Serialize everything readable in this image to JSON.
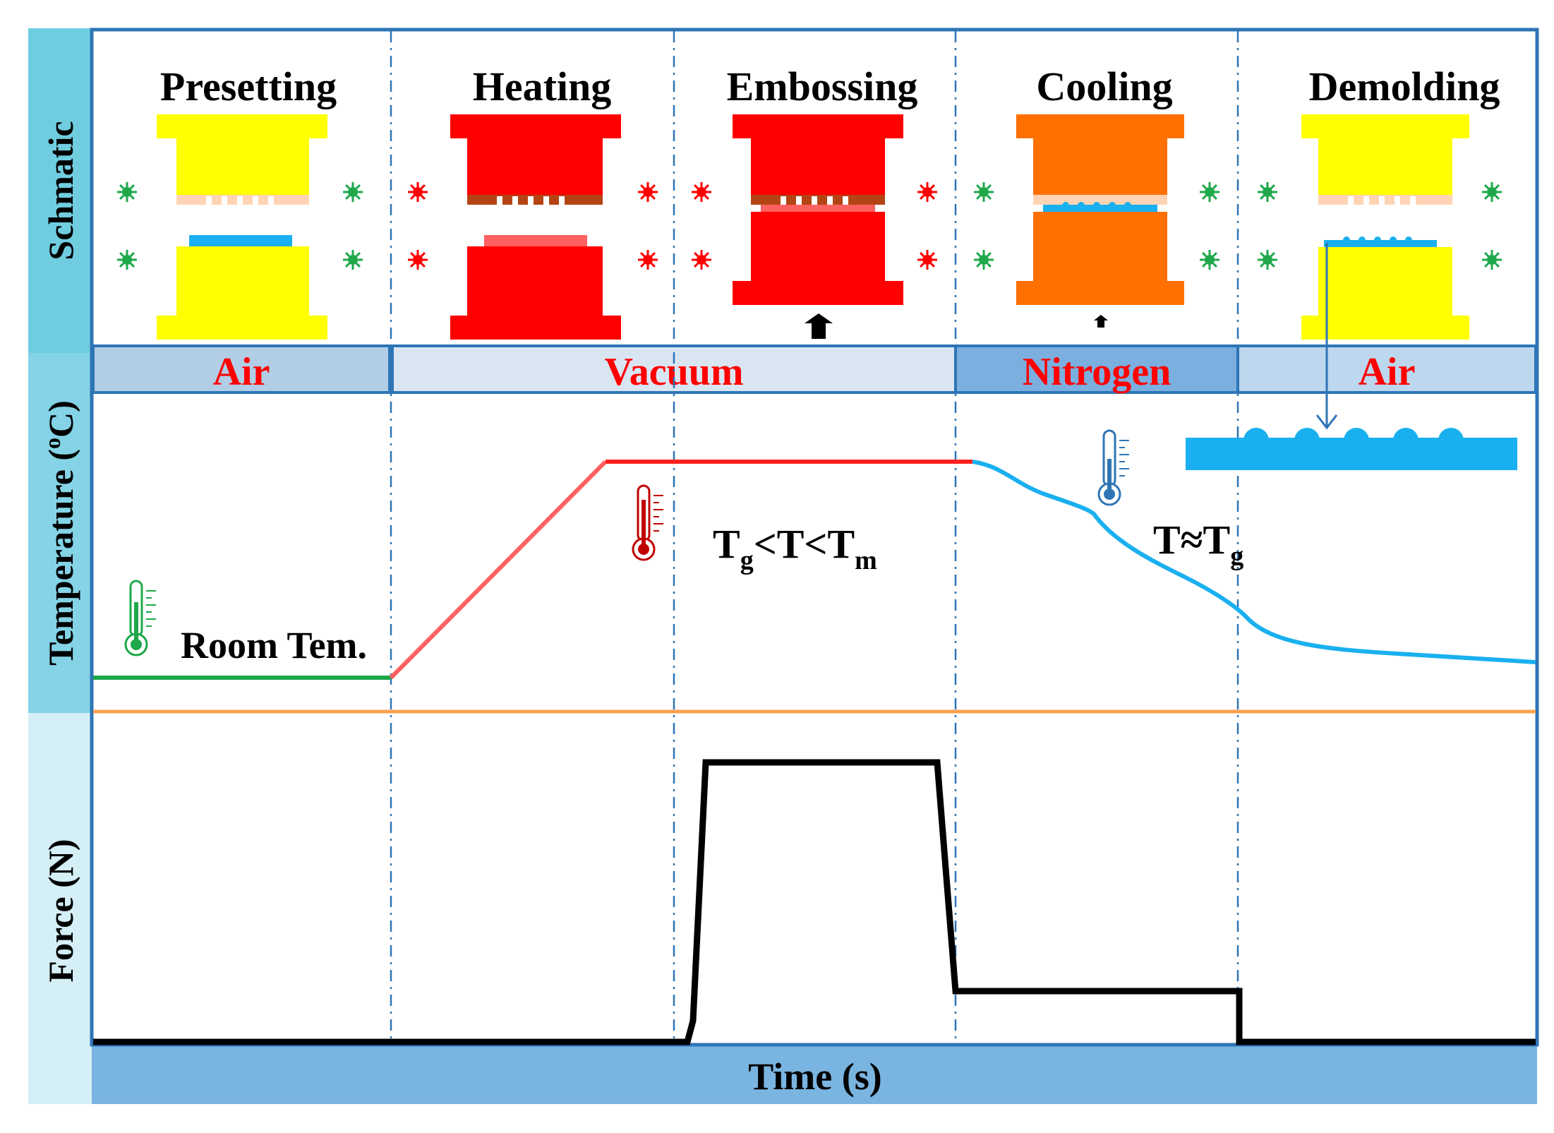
{
  "side_labels": {
    "schematic": "Schmatic",
    "temperature_prefix": "Temperature (",
    "temperature_sup": "o",
    "temperature_suffix": "C)",
    "force": "Force (N)"
  },
  "stages": [
    {
      "title": "Presetting",
      "atmosphere": "Air",
      "mold_color": "#ffff00",
      "gear_color": "#1ea84a"
    },
    {
      "title": "Heating",
      "atmosphere": "Vacuum",
      "mold_color": "#ff0000",
      "gear_color": "#ff0000"
    },
    {
      "title": "Embossing",
      "atmosphere": "Vacuum",
      "mold_color": "#ff0000",
      "gear_color": "#ff0000"
    },
    {
      "title": "Cooling",
      "atmosphere": "Nitrogen",
      "mold_color": "#ff7000",
      "gear_color": "#1ea84a"
    },
    {
      "title": "Demolding",
      "atmosphere": "Air",
      "mold_color": "#ffff00",
      "gear_color": "#1ea84a"
    }
  ],
  "atmospheres": [
    {
      "label": "Air",
      "color": "#b2cde6"
    },
    {
      "label": "Vacuum",
      "color": "#dae5f2"
    },
    {
      "label": "Nitrogen",
      "color": "#7aafe0"
    },
    {
      "label": "Air",
      "color": "#bcd7ee"
    }
  ],
  "temperature_annotations": {
    "room": "Room Tem.",
    "range_t1": "T",
    "range_s1": "g",
    "range_mid": "<T<T",
    "range_s2": "m",
    "cool_t": "T≈T",
    "cool_s": "g"
  },
  "x_axis_label": "Time (s)",
  "colors": {
    "side_bar": "#70cde0",
    "axis_band": "#7ab4e0",
    "frame": "#2e75b6",
    "divider_line": "#ffa050",
    "atmosphere_text": "#ff0000",
    "temp_room": "#1ea84a",
    "temp_heating": "#ff6060",
    "temp_hold": "#ff2020",
    "temp_cooling": "#1ab0f0",
    "force_line": "#000000",
    "film": "#1ab0f0"
  }
}
